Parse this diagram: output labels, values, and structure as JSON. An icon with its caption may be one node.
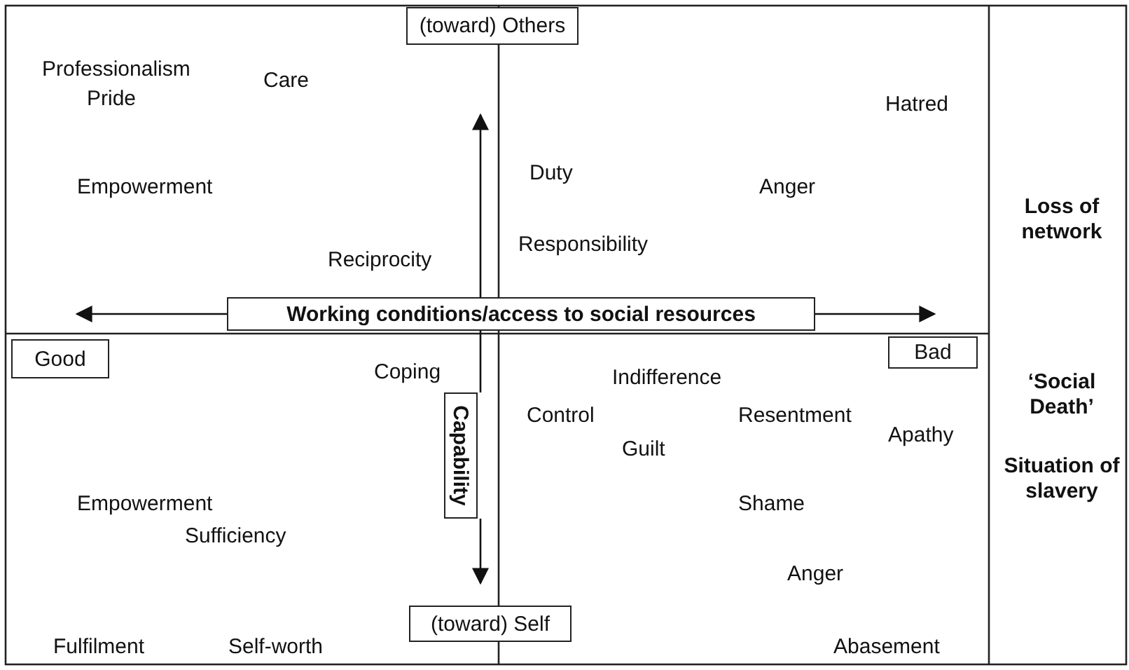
{
  "diagram": {
    "nodes": [
      {
        "text": [
          "Working conditions/access to social resources"
        ]
      },
      {
        "text": [
          "Capability"
        ]
      },
      {
        "text": [
          "(toward) Others"
        ]
      },
      {
        "text": [
          "(toward) Self"
        ]
      },
      {
        "text": [
          "Good"
        ]
      },
      {
        "text": [
          "Bad"
        ]
      }
    ],
    "edges": [
      {
        "from": 0,
        "to": 4,
        "arrow": "to"
      },
      {
        "from": 0,
        "to": 5,
        "arrow": "to"
      },
      {
        "from": 0,
        "to": 2,
        "arrow": "to"
      },
      {
        "from": 0,
        "to": 1,
        "arrow": "none"
      },
      {
        "from": 1,
        "to": 3,
        "arrow": "to"
      }
    ],
    "labels": [
      "Professionalism",
      "Pride",
      "Care",
      "Hatred",
      "Empowerment",
      "Duty",
      "Anger",
      "Reciprocity",
      "Responsibility",
      "Loss of network",
      "Coping",
      "Indifference",
      "Control",
      "Resentment",
      "Guilt",
      "Apathy",
      "‘Social Death’",
      "Situation of slavery",
      "Empowerment",
      "Sufficiency",
      "Shame",
      "Anger",
      "Fulfilment",
      "Self-worth",
      "Abasement"
    ]
  }
}
